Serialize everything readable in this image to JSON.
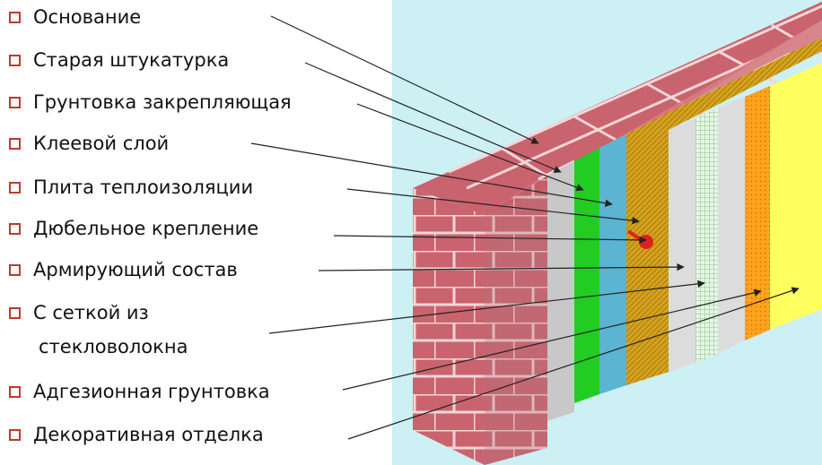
{
  "colors": {
    "background_right": "#ccf0f4",
    "checkbox": "#c0392b",
    "brick": "#c9636d",
    "old_plaster": "#c8c8c8",
    "primer": "#22cc22",
    "adhesive": "#5ab4d2",
    "insulation": "#d4a21c",
    "mesh_layer": "#dcdcdc",
    "adhesion_primer": "#ffa21c",
    "decorative_finish": "#ffff60",
    "dowel": "#e02020"
  },
  "legend": [
    {
      "id": "base",
      "label": "Основание"
    },
    {
      "id": "old-plaster",
      "label": "Старая штукатурка"
    },
    {
      "id": "fixing-primer",
      "label": "Грунтовка закрепляющая"
    },
    {
      "id": "adhesive-layer",
      "label": "Клеевой слой"
    },
    {
      "id": "insulation-board",
      "label": "Плита теплоизоляции"
    },
    {
      "id": "dowel-fastening",
      "label": "Дюбельное крепление"
    },
    {
      "id": "reinforcing-compound",
      "label": "Армирующий состав"
    },
    {
      "id": "fiberglass-mesh",
      "label": "С сеткой из",
      "continuation": "стекловолокна"
    },
    {
      "id": "adhesion-primer",
      "label": "Адгезионная грунтовка"
    },
    {
      "id": "decorative-finish",
      "label": "Декоративная отделка"
    }
  ]
}
